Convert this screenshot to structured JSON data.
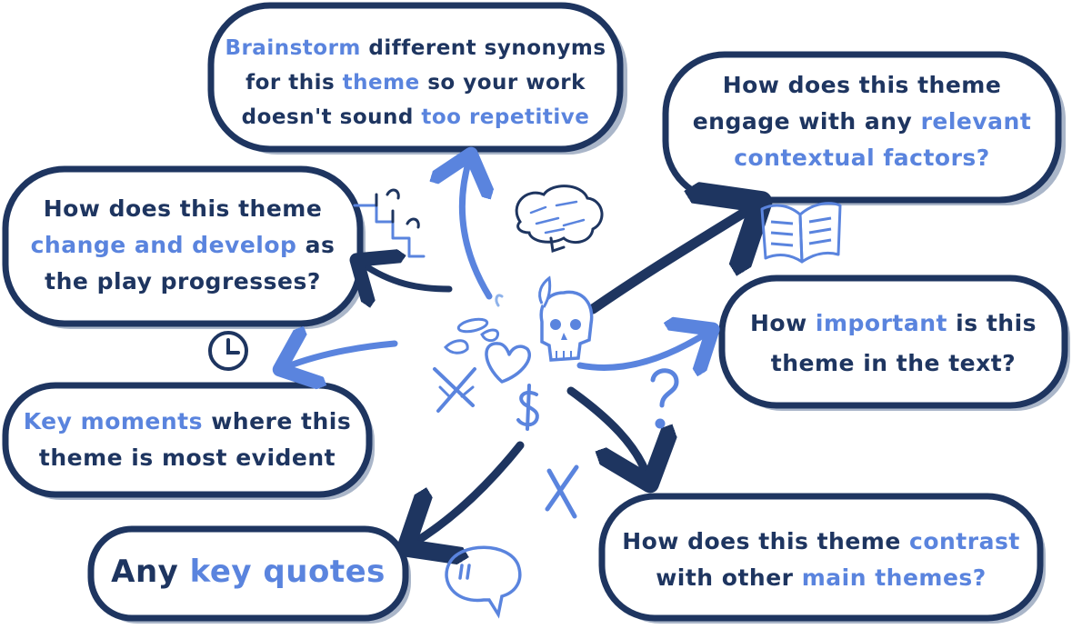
{
  "colors": {
    "dark_navy": "#1e3560",
    "accent_blue": "#5a84de",
    "light_blue": "#8eb2ea",
    "cloud_shadow": "#aab6c9"
  },
  "center": {
    "icons": [
      "skull-icon",
      "heart-icon",
      "crossed-swords-icon",
      "dollar-icon",
      "feather-icon",
      "wings-icon",
      "question-mark-icon",
      "x-mark-icon"
    ]
  },
  "decor_icons": [
    "brain-word-cloud-icon",
    "open-book-icon",
    "stairs-icon",
    "clock-icon",
    "speech-bubble-icon"
  ],
  "clouds": {
    "synonyms": {
      "l1a": "Brainstorm",
      "l1b": " different synonyms",
      "l2a": "for this ",
      "l2b": "theme",
      "l2c": " so your work",
      "l3a": "doesn't sound ",
      "l3b": "too repetitive"
    },
    "contextual": {
      "l1": "How does this theme",
      "l2a": "engage with any ",
      "l2b": "relevant",
      "l3": "contextual factors?"
    },
    "develop": {
      "l1": "How does this theme",
      "l2a": "change and develop",
      "l2b": " as",
      "l3": "the play progresses?"
    },
    "important": {
      "l1a": "How ",
      "l1b": "important",
      "l1c": " is this",
      "l2": "theme in the text?"
    },
    "moments": {
      "l1a": "Key moments",
      "l1b": " where this",
      "l2": "theme is most evident"
    },
    "quotes": {
      "l1a": "Any ",
      "l1b": "key quotes"
    },
    "contrast": {
      "l1a": "How does this theme ",
      "l1b": "contrast",
      "l2a": "with other ",
      "l2b": "main themes?"
    }
  }
}
